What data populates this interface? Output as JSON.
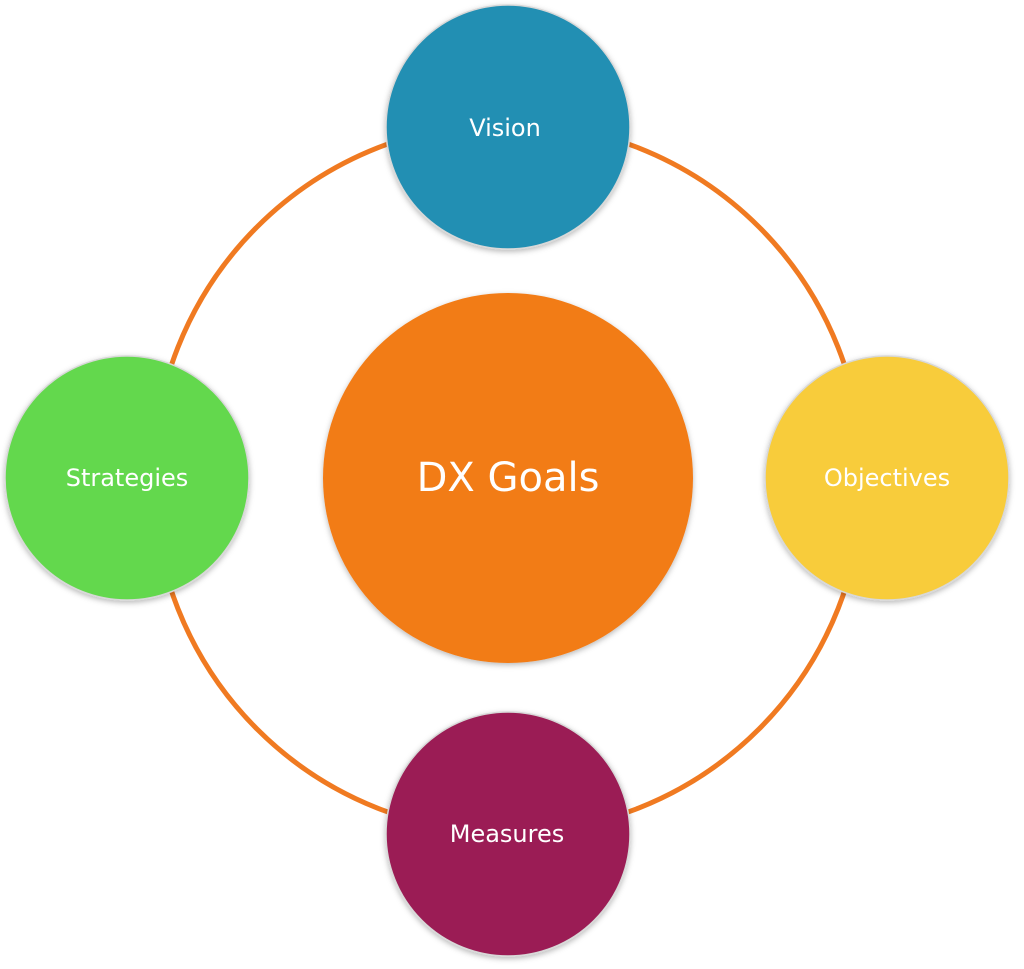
{
  "diagram": {
    "colors": {
      "ring": "#F07A21",
      "center": "#F27C19",
      "vision": "#228FB3",
      "objectives": "#F8CC3A",
      "measures": "#9B1F54",
      "strategies": "#63D84E"
    },
    "center": {
      "label": "DX Goals"
    },
    "nodes": {
      "vision": {
        "label": "Vision"
      },
      "objectives": {
        "label": "Objectives"
      },
      "measures": {
        "label": "Measures"
      },
      "strategies": {
        "label": "Strategies"
      }
    }
  }
}
